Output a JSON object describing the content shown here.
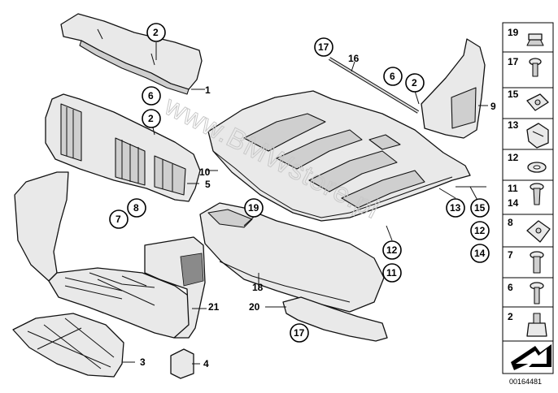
{
  "watermark": "www.BMWstore.pl",
  "document_number": "00164481",
  "plain_labels": [
    "1",
    "5",
    "10",
    "9",
    "16",
    "21",
    "18",
    "20",
    "3",
    "4"
  ],
  "circled_labels": [
    "2",
    "6",
    "2",
    "7",
    "8",
    "19",
    "12",
    "11",
    "17",
    "17",
    "6",
    "2",
    "13",
    "15",
    "12",
    "14"
  ],
  "legend": [
    {
      "num": "19",
      "icon": "clip-nut-icon"
    },
    {
      "num": "17",
      "icon": "push-rivet-icon"
    },
    {
      "num": "15",
      "icon": "speed-nut-icon"
    },
    {
      "num": "13",
      "icon": "cable-clip-icon"
    },
    {
      "num": "12",
      "icon": "washer-icon"
    },
    {
      "num": "11",
      "icon": "expanding-rivet-icon"
    },
    {
      "num": "14",
      "icon": "expanding-rivet-icon"
    },
    {
      "num": "8",
      "icon": "u-nut-icon"
    },
    {
      "num": "7",
      "icon": "flange-bolt-icon"
    },
    {
      "num": "6",
      "icon": "screw-icon"
    },
    {
      "num": "2",
      "icon": "clip-nut-icon"
    }
  ]
}
